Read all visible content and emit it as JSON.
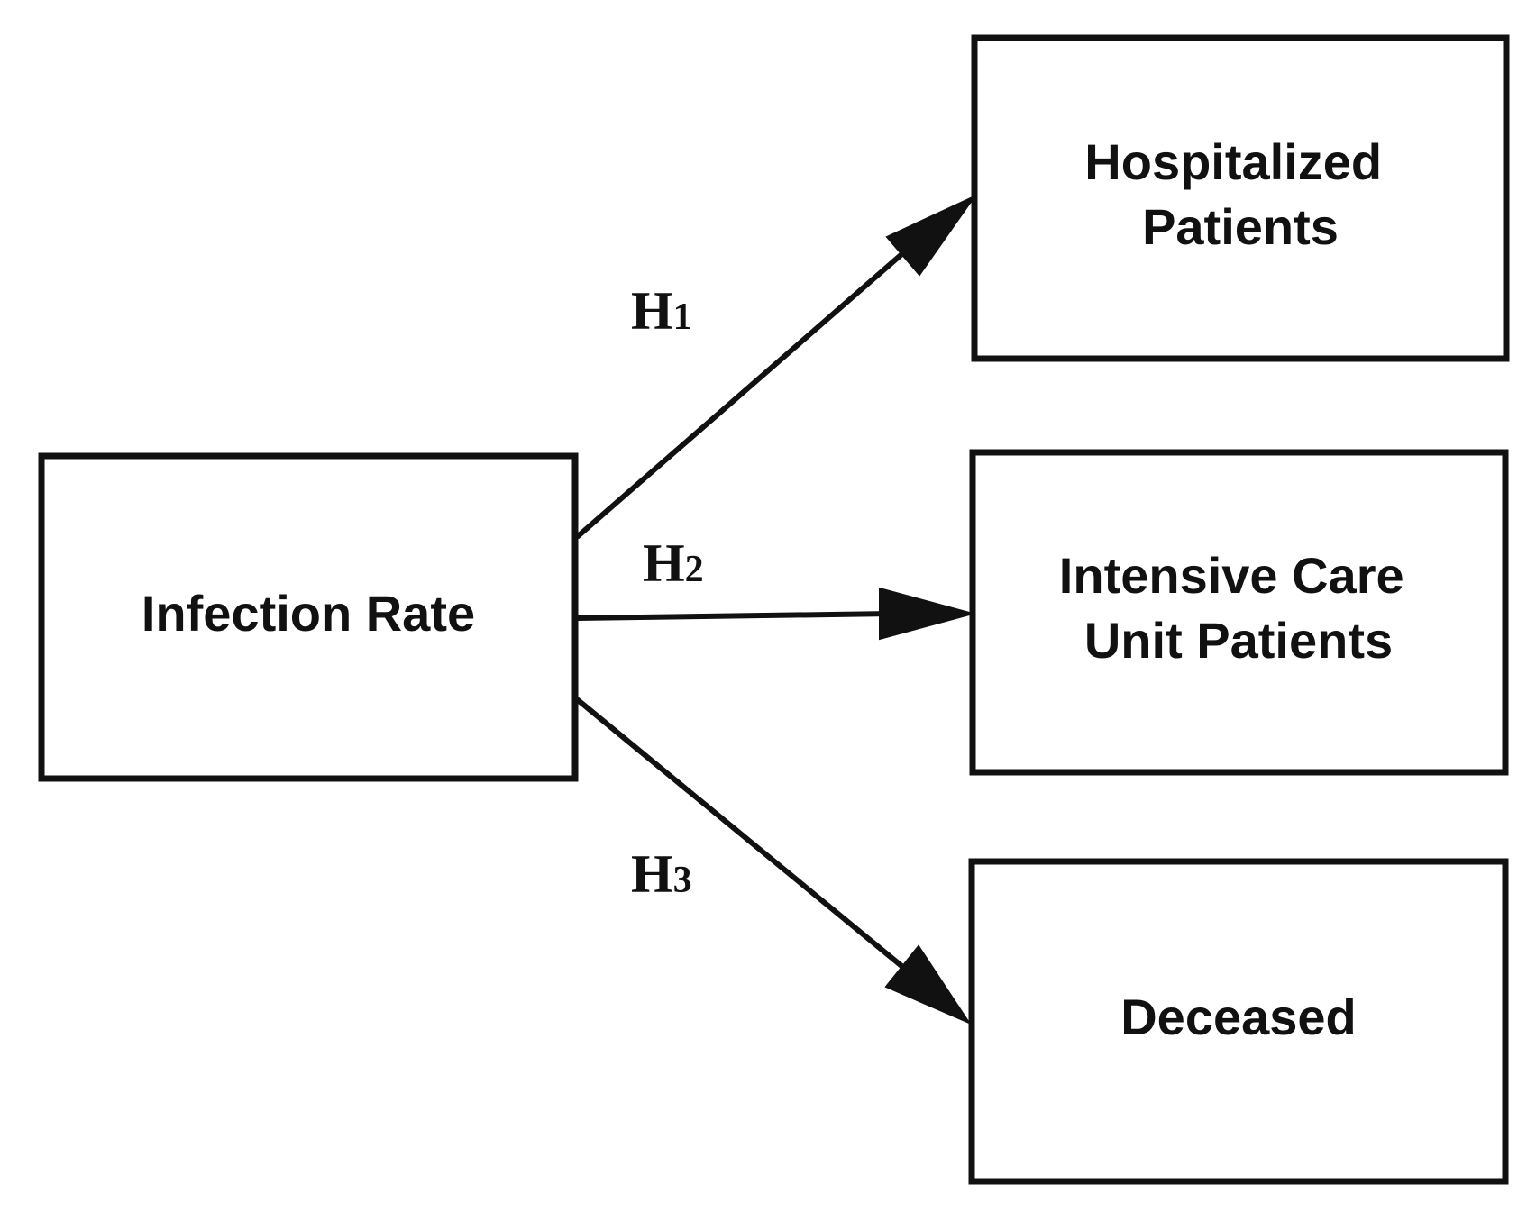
{
  "nodes": {
    "source": {
      "lines": [
        "Infection Rate"
      ]
    },
    "hospitalized": {
      "lines": [
        "Hospitalized",
        "Patients"
      ]
    },
    "icu": {
      "lines": [
        "Intensive Care",
        "Unit Patients"
      ]
    },
    "deceased": {
      "lines": [
        "Deceased"
      ]
    }
  },
  "edges": [
    {
      "from": "source",
      "to": "hospitalized",
      "label": "H",
      "sub": "1"
    },
    {
      "from": "source",
      "to": "icu",
      "label": "H",
      "sub": "2"
    },
    {
      "from": "source",
      "to": "deceased",
      "label": "H",
      "sub": "3"
    }
  ]
}
